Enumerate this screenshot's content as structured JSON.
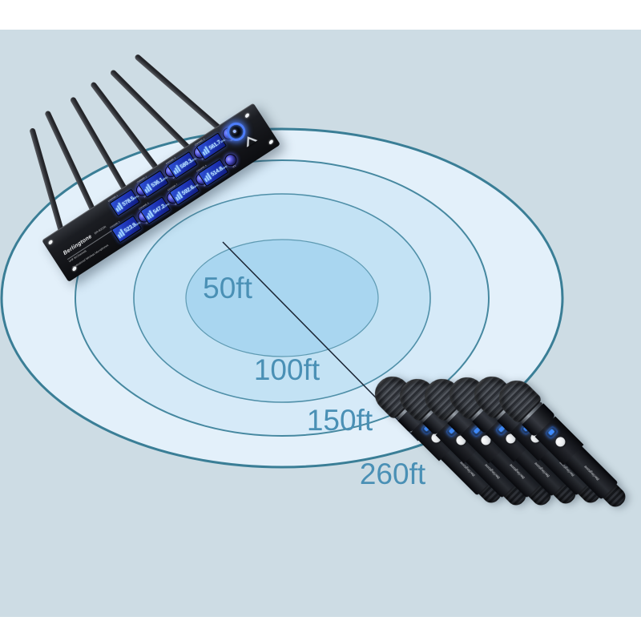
{
  "stage": {
    "background": "#ffffff",
    "canvas_color": "#cddce4"
  },
  "diagram": {
    "type": "range-rings",
    "distances_ft": [
      50,
      100,
      150,
      260
    ],
    "unit": "ft",
    "label_color": "#4a90b5",
    "pointer_line_color": "#1a2433"
  },
  "rings": [
    {
      "label": "50ft",
      "distance_ft": 50,
      "fill": "#a9d6f0",
      "stroke": "#5e9ab2"
    },
    {
      "label": "100ft",
      "distance_ft": 100,
      "fill": "#c3e2f4",
      "stroke": "#4f8fa8"
    },
    {
      "label": "150ft",
      "distance_ft": 150,
      "fill": "#d6eaf8",
      "stroke": "#4688a0"
    },
    {
      "label": "260ft",
      "distance_ft": 260,
      "fill": "#e3f0fa",
      "stroke": "#3a7e96"
    }
  ],
  "receiver": {
    "brand": "Berlingtone",
    "model": "BR-8000R",
    "tagline_line1": "UHF 8xChannels",
    "tagline_line2": "Professional Wireless Microphones",
    "antenna_count": 6,
    "knob_label": "VOL",
    "channels": [
      {
        "label": "CHANNEL 1",
        "freq": "578.5",
        "unit": "MHz"
      },
      {
        "label": "CHANNEL 2",
        "freq": "536.1",
        "unit": "MHz"
      },
      {
        "label": "CHANNEL 3",
        "freq": "589.3",
        "unit": "MHz"
      },
      {
        "label": "CHANNEL 4",
        "freq": "561.7",
        "unit": "MHz"
      },
      {
        "label": "CHANNEL 5",
        "freq": "523.9",
        "unit": "MHz"
      },
      {
        "label": "CHANNEL 6",
        "freq": "547.2",
        "unit": "MHz"
      },
      {
        "label": "CHANNEL 7",
        "freq": "592.6",
        "unit": "MHz"
      },
      {
        "label": "CHANNEL 8",
        "freq": "514.8",
        "unit": "MHz"
      }
    ]
  },
  "microphones": {
    "count": 6,
    "brand": "Berlingtone"
  }
}
